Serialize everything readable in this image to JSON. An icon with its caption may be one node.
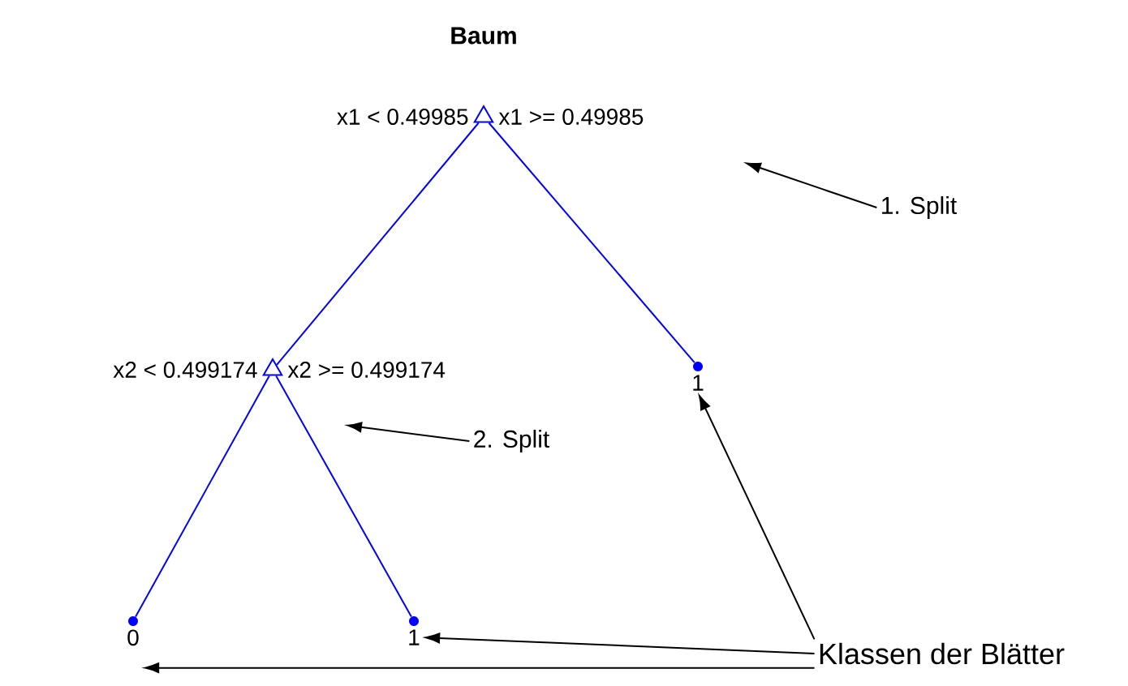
{
  "diagram": {
    "title": "Baum",
    "nodes": [
      {
        "text": [],
        "shape": "triangle",
        "beside": [
          "x1 < 0.49985",
          "x1 >= 0.49985"
        ]
      },
      {
        "text": [],
        "shape": "triangle",
        "beside": [
          "x2 < 0.499174",
          "x2 >= 0.499174"
        ]
      },
      {
        "text": [],
        "shape": "circle",
        "beside": [
          "1"
        ]
      },
      {
        "text": [],
        "shape": "circle",
        "beside": [
          "0"
        ]
      },
      {
        "text": [],
        "shape": "circle",
        "beside": [
          "1"
        ]
      },
      {
        "text": [
          "1. Split"
        ]
      },
      {
        "text": [
          "2. Split"
        ]
      },
      {
        "text": [
          "Klassen der Blätter"
        ]
      }
    ],
    "edges": [
      {
        "from": 0,
        "to": 1,
        "arrow": "none",
        "color": "#0000ff"
      },
      {
        "from": 0,
        "to": 2,
        "arrow": "none",
        "color": "#0000ff"
      },
      {
        "from": 1,
        "to": 3,
        "arrow": "none",
        "color": "#0000ff"
      },
      {
        "from": 1,
        "to": 4,
        "arrow": "none",
        "color": "#0000ff"
      },
      {
        "from": 5,
        "to": null,
        "arrow": "to"
      },
      {
        "from": 6,
        "to": null,
        "arrow": "to"
      },
      {
        "from": 7,
        "to": 2,
        "arrow": "to"
      },
      {
        "from": 7,
        "to": 4,
        "arrow": "to"
      },
      {
        "from": 7,
        "to": 3,
        "arrow": "to"
      }
    ]
  }
}
